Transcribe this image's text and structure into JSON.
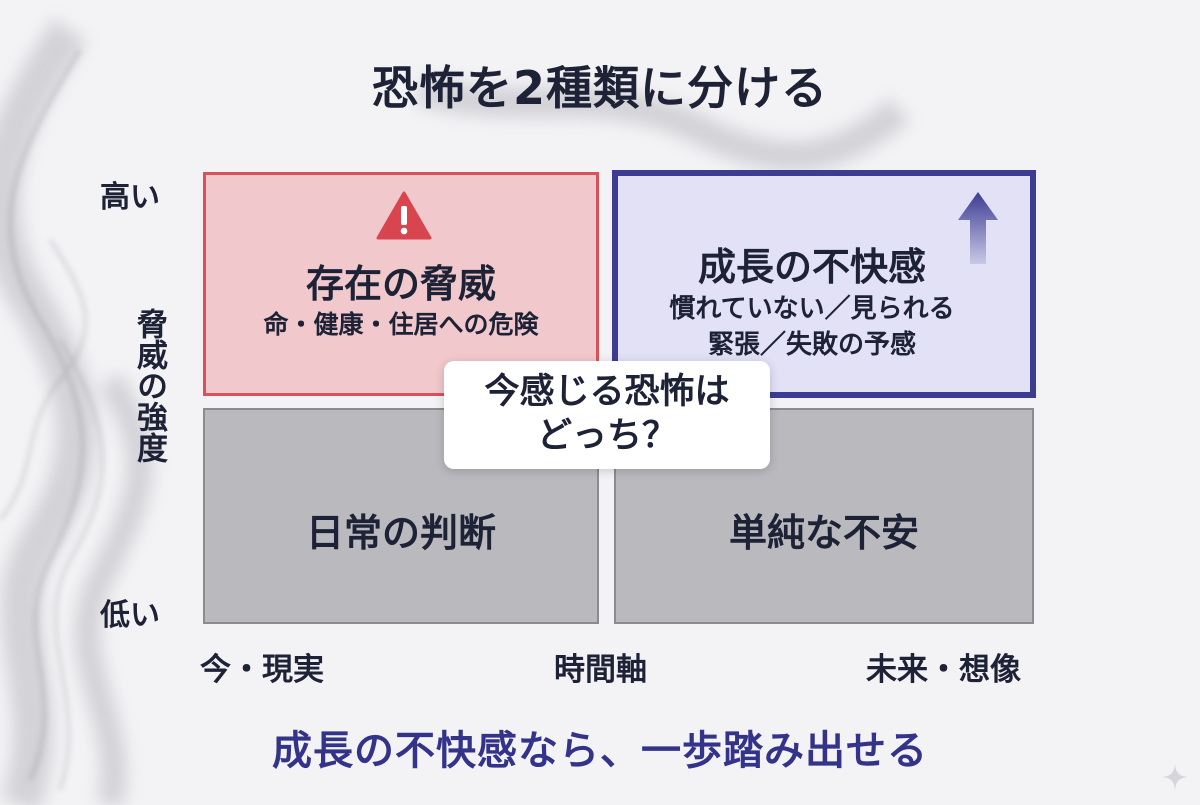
{
  "title": "恐怖を2種類に分ける",
  "y_axis": {
    "label": "脅威の強度",
    "top": "高い",
    "bottom": "低い"
  },
  "x_axis": {
    "label": "時間軸",
    "left": "今・現実",
    "right": "未来・想像"
  },
  "quadrants": {
    "top_left": {
      "title": "存在の脅威",
      "subtitle": "命・健康・住居への危険",
      "icon": "warning-icon",
      "color": "#d9525a"
    },
    "top_right": {
      "title": "成長の不快感",
      "line1": "慣れていない／見られる",
      "line2": "緊張／失敗の予感",
      "icon": "arrow-up-icon",
      "color": "#3d3c93"
    },
    "bottom_left": {
      "title": "日常の判断"
    },
    "bottom_right": {
      "title": "単純な不安"
    }
  },
  "center_question": {
    "line1": "今感じる恐怖は",
    "line2": "どっち？"
  },
  "footer": "成長の不快感なら、一歩踏み出せる",
  "colors": {
    "accent": "#34338a",
    "danger": "#d9525a",
    "neutral": "#b2b2b6"
  }
}
